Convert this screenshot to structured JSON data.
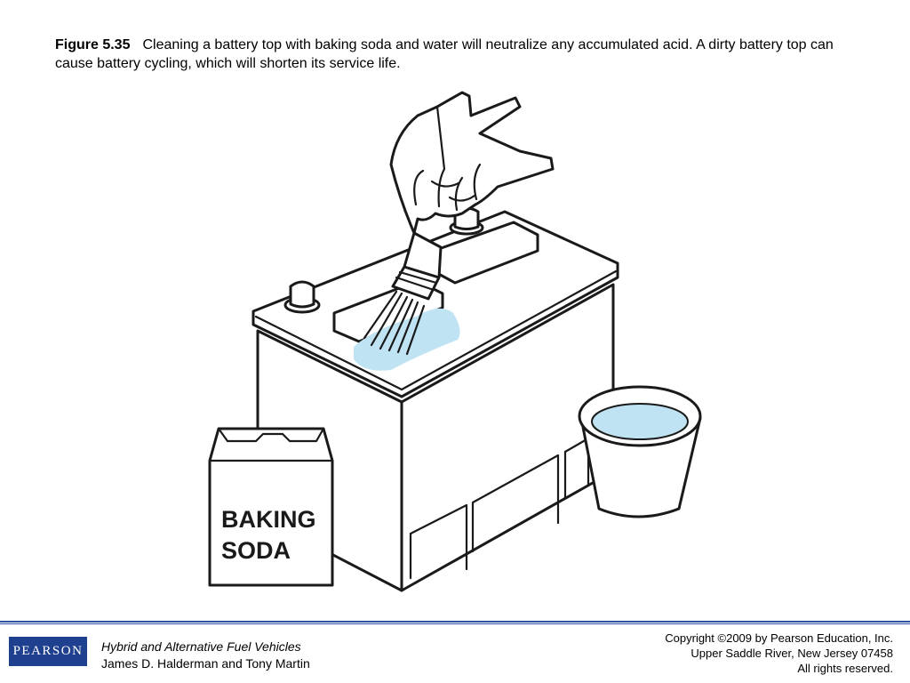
{
  "caption": {
    "figure_label": "Figure 5.35",
    "text": "Cleaning a battery top with baking soda and water will neutralize any accumulated acid. A dirty battery top can cause battery cycling, which will shorten its service life."
  },
  "illustration": {
    "box_label_line1": "BAKING",
    "box_label_line2": "SODA"
  },
  "footer": {
    "logo_text": "PEARSON",
    "book_title": "Hybrid and Alternative Fuel Vehicles",
    "authors": "James D. Halderman and Tony Martin",
    "copyright_line1": "Copyright ©2009 by Pearson Education, Inc.",
    "copyright_line2": "Upper Saddle River, New Jersey 07458",
    "copyright_line3": "All rights reserved."
  },
  "colors": {
    "water": "#bfe3f2",
    "rule": "#2f52a0",
    "logo_bg": "#1f3f8f",
    "ink": "#1a1a1a"
  }
}
